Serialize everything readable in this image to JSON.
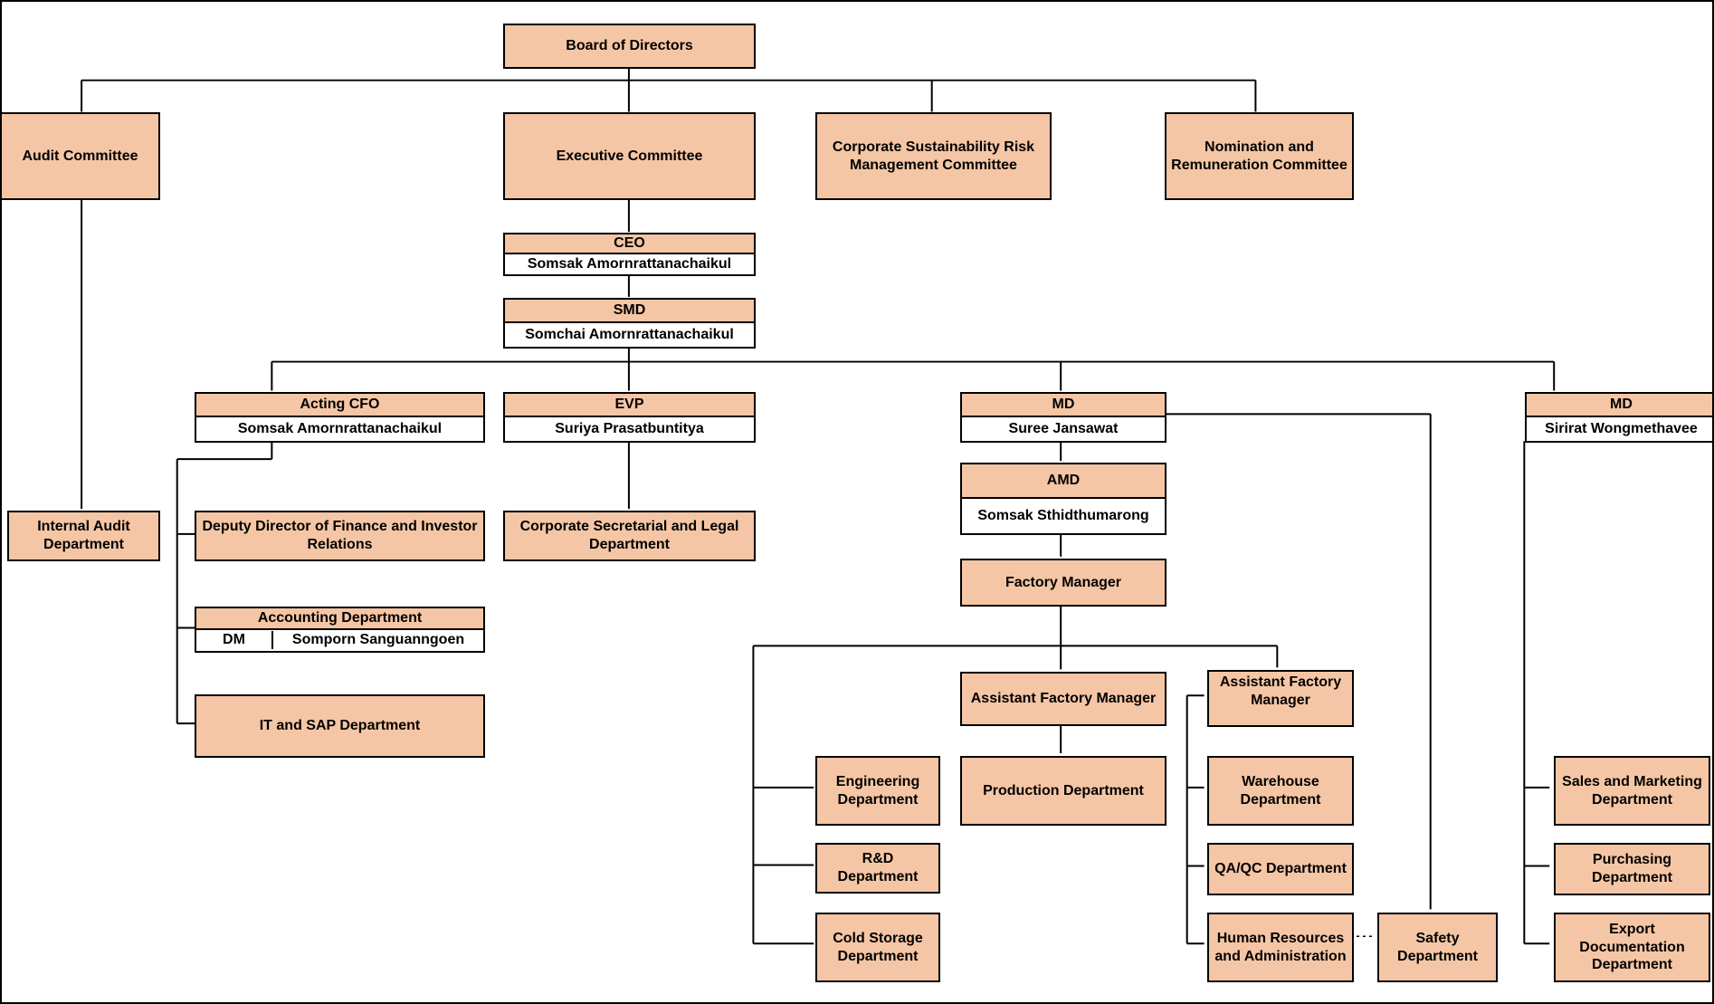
{
  "colors": {
    "box_fill": "#F5C6A5",
    "box_border": "#000000",
    "name_row_bg": "#FFFFFF",
    "connector": "#000000"
  },
  "nodes": {
    "board": {
      "label": "Board of Directors"
    },
    "audit": {
      "label": "Audit Committee"
    },
    "executive": {
      "label": "Executive Committee"
    },
    "csrm": {
      "label": "Corporate Sustainability Risk Management Committee"
    },
    "nomination": {
      "label": "Nomination and Remuneration Committee"
    },
    "ceo": {
      "title": "CEO",
      "name": "Somsak Amornrattanachaikul"
    },
    "smd": {
      "title": "SMD",
      "name": "Somchai Amornrattanachaikul"
    },
    "acting_cfo": {
      "title": "Acting CFO",
      "name": "Somsak Amornrattanachaikul"
    },
    "evp": {
      "title": "EVP",
      "name": "Suriya Prasatbuntitya"
    },
    "md_suree": {
      "title": "MD",
      "name": "Suree Jansawat"
    },
    "md_sirirat": {
      "title": "MD",
      "name": "Sirirat Wongmethavee"
    },
    "internal_audit": {
      "label": "Internal Audit Department"
    },
    "deputy_finance": {
      "label": "Deputy Director of Finance and Investor Relations"
    },
    "corp_legal": {
      "label": "Corporate Secretarial and Legal Department"
    },
    "amd": {
      "title": "AMD",
      "name": "Somsak Sthidthumarong"
    },
    "factory_manager": {
      "label": "Factory Manager"
    },
    "accounting": {
      "title": "Accounting Department",
      "role": "DM",
      "name": "Somporn Sanguanngoen"
    },
    "it_sap": {
      "label": "IT and SAP Department"
    },
    "afm_center": {
      "label": "Assistant Factory Manager"
    },
    "afm_right": {
      "label": "Assistant Factory Manager"
    },
    "engineering": {
      "label": "Engineering Department"
    },
    "production": {
      "label": "Production Department"
    },
    "warehouse": {
      "label": "Warehouse Department"
    },
    "rnd": {
      "label": "R&D Department"
    },
    "qaqc": {
      "label": "QA/QC Department"
    },
    "cold_storage": {
      "label": "Cold Storage Department"
    },
    "hr_admin": {
      "label": "Human Resources and Administration"
    },
    "safety": {
      "label": "Safety Department"
    },
    "sales_marketing": {
      "label": "Sales and Marketing Department"
    },
    "purchasing": {
      "label": "Purchasing Department"
    },
    "export_doc": {
      "label": "Export Documentation Department"
    }
  }
}
